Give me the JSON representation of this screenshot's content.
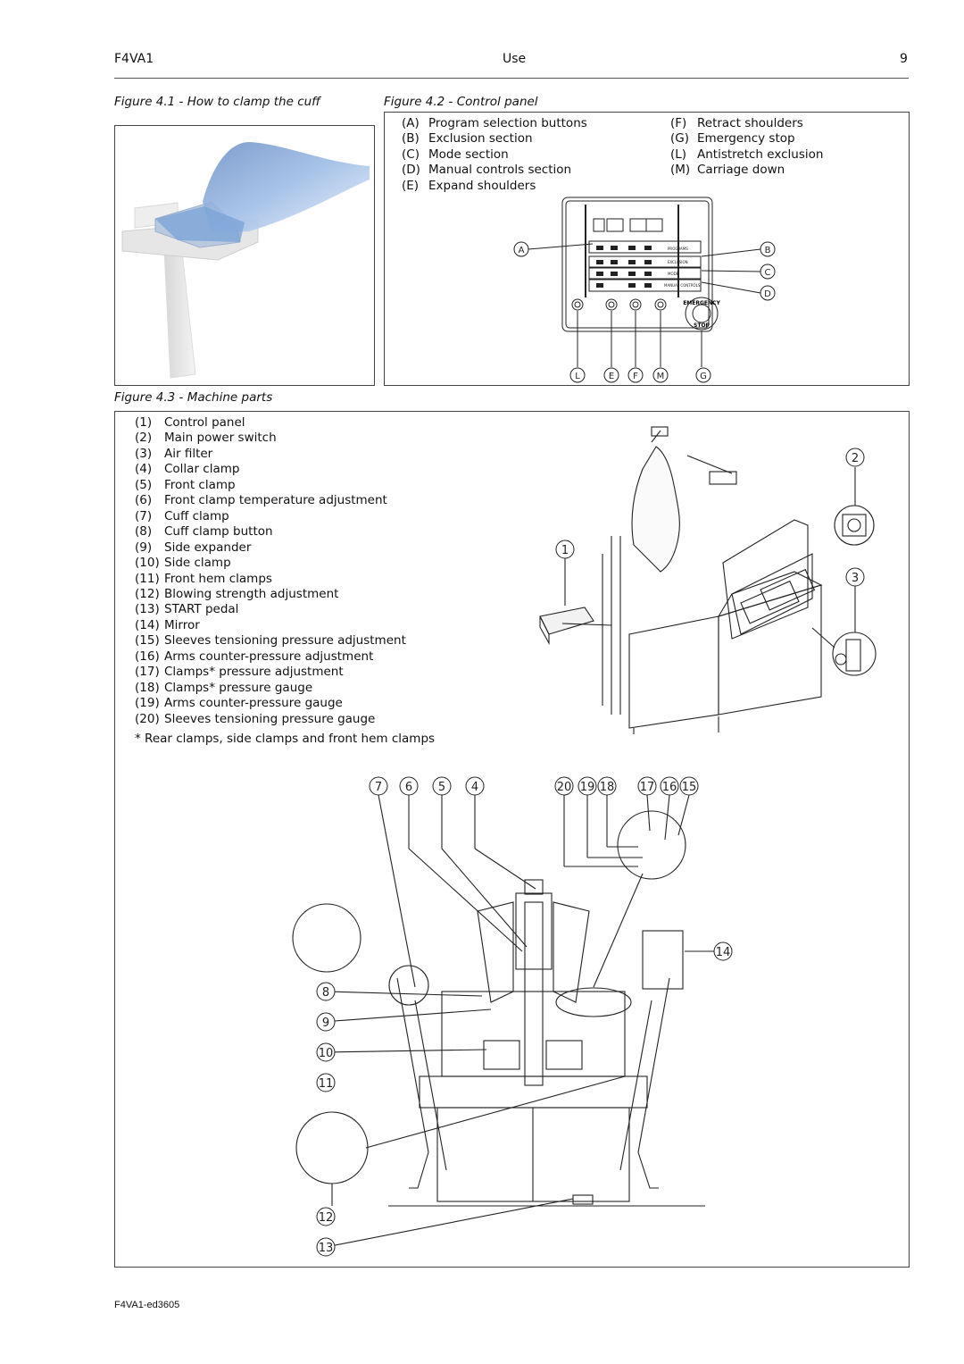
{
  "header": {
    "left": "F4VA1",
    "center": "Use",
    "page_number": "9"
  },
  "figure1": {
    "caption": "Figure 4.1 - How to clamp the cuff"
  },
  "figure2": {
    "caption": "Figure 4.2 - Control panel",
    "legend_left": [
      {
        "key": "(A)",
        "label": "Program selection buttons"
      },
      {
        "key": "(B)",
        "label": "Exclusion section"
      },
      {
        "key": "(C)",
        "label": "Mode section"
      },
      {
        "key": "(D)",
        "label": "Manual controls section"
      },
      {
        "key": "(E)",
        "label": "Expand shoulders"
      }
    ],
    "legend_right": [
      {
        "key": "(F)",
        "label": "Retract shoulders"
      },
      {
        "key": "(G)",
        "label": "Emergency stop"
      },
      {
        "key": "(L)",
        "label": "Antistretch exclusion"
      },
      {
        "key": "(M)",
        "label": "Carriage down"
      }
    ],
    "callouts": {
      "a": "A",
      "b": "B",
      "c": "C",
      "d": "D",
      "l": "L",
      "e": "E",
      "f": "F",
      "m": "M",
      "g": "G"
    },
    "panel_text": {
      "row1": "PROGRAMS",
      "row2": "EXCLUSION",
      "row3": "MODE",
      "row4": "MANUAL CONTROLS",
      "estop_top": "EMERGENCY",
      "estop_bottom": "STOP"
    }
  },
  "figure3": {
    "caption": "Figure 4.3 - Machine parts",
    "parts": [
      {
        "key": "(1)",
        "label": "Control panel"
      },
      {
        "key": "(2)",
        "label": "Main power switch"
      },
      {
        "key": "(3)",
        "label": "Air filter"
      },
      {
        "key": "(4)",
        "label": "Collar clamp"
      },
      {
        "key": "(5)",
        "label": "Front clamp"
      },
      {
        "key": "(6)",
        "label": "Front clamp temperature adjustment"
      },
      {
        "key": "(7)",
        "label": "Cuff clamp"
      },
      {
        "key": "(8)",
        "label": "Cuff clamp button"
      },
      {
        "key": "(9)",
        "label": "Side expander"
      },
      {
        "key": "(10)",
        "label": "Side clamp"
      },
      {
        "key": "(11)",
        "label": "Front hem clamps"
      },
      {
        "key": "(12)",
        "label": "Blowing strength adjustment"
      },
      {
        "key": "(13)",
        "label": "START pedal"
      },
      {
        "key": "(14)",
        "label": "Mirror"
      },
      {
        "key": "(15)",
        "label": "Sleeves tensioning pressure adjustment"
      },
      {
        "key": "(16)",
        "label": "Arms counter-pressure adjustment"
      },
      {
        "key": "(17)",
        "label": "Clamps* pressure adjustment"
      },
      {
        "key": "(18)",
        "label": "Clamps* pressure gauge"
      },
      {
        "key": "(19)",
        "label": "Arms counter-pressure gauge"
      },
      {
        "key": "(20)",
        "label": "Sleeves tensioning pressure gauge"
      }
    ],
    "footnote": "* Rear clamps, side clamps and front hem clamps",
    "callouts": {
      "n1": "1",
      "n2": "2",
      "n3": "3",
      "n4": "4",
      "n5": "5",
      "n6": "6",
      "n7": "7",
      "n8": "8",
      "n9": "9",
      "n10": "10",
      "n11": "11",
      "n12": "12",
      "n13": "13",
      "n14": "14",
      "n15": "15",
      "n16": "16",
      "n17": "17",
      "n18": "18",
      "n19": "19",
      "n20": "20"
    }
  },
  "footer": {
    "code": "F4VA1-ed3605"
  }
}
